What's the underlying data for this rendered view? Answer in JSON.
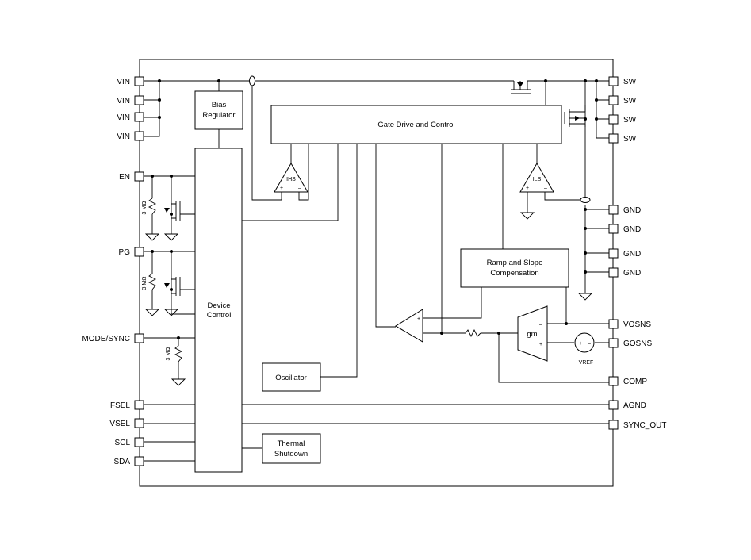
{
  "pins_left": [
    "VIN",
    "VIN",
    "VIN",
    "VIN",
    "EN",
    "PG",
    "MODE/SYNC",
    "FSEL",
    "VSEL",
    "SCL",
    "SDA"
  ],
  "pins_right": [
    "SW",
    "SW",
    "SW",
    "SW",
    "GND",
    "GND",
    "GND",
    "GND",
    "VOSNS",
    "GOSNS",
    "COMP",
    "AGND",
    "SYNC_OUT"
  ],
  "blocks": {
    "bias_line1": "Bias",
    "bias_line2": "Regulator",
    "gate_drive": "Gate Drive and Control",
    "device_line1": "Device",
    "device_line2": "Control",
    "oscillator": "Oscillator",
    "thermal_line1": "Thermal",
    "thermal_line2": "Shutdown",
    "ramp_line1": "Ramp and Slope",
    "ramp_line2": "Compensation"
  },
  "components": {
    "resistor_en": "3 MΩ",
    "resistor_pg": "3 MΩ",
    "resistor_mode": "3 MΩ",
    "gm": "gm",
    "ihs": "IHS",
    "ils": "ILS",
    "vref": "VREF",
    "plus": "+",
    "minus": "–"
  }
}
